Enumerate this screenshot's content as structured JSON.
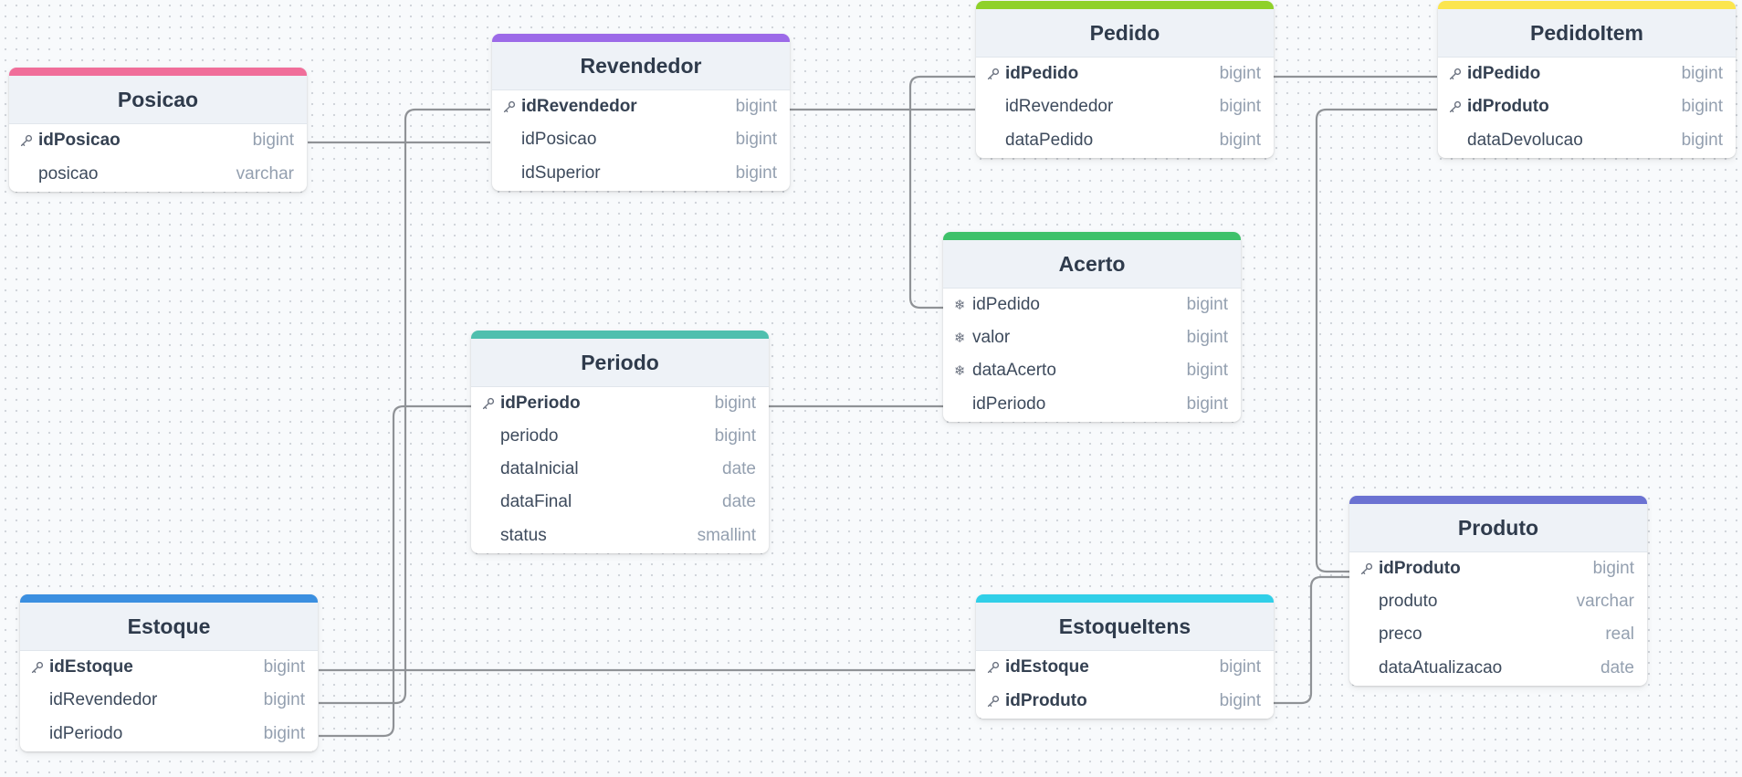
{
  "tables": [
    {
      "id": "posicao",
      "name": "Posicao",
      "color": "#f06e9a",
      "columns": [
        {
          "name": "idPosicao",
          "type": "bigint",
          "icon": "key-icon",
          "pk": true
        },
        {
          "name": "posicao",
          "type": "varchar",
          "icon": "",
          "pk": false
        }
      ]
    },
    {
      "id": "revendedor",
      "name": "Revendedor",
      "color": "#9c6ae8",
      "columns": [
        {
          "name": "idRevendedor",
          "type": "bigint",
          "icon": "key-icon",
          "pk": true
        },
        {
          "name": "idPosicao",
          "type": "bigint",
          "icon": "",
          "pk": false
        },
        {
          "name": "idSuperior",
          "type": "bigint",
          "icon": "",
          "pk": false
        }
      ]
    },
    {
      "id": "pedido",
      "name": "Pedido",
      "color": "#8fd12a",
      "columns": [
        {
          "name": "idPedido",
          "type": "bigint",
          "icon": "key-icon",
          "pk": true
        },
        {
          "name": "idRevendedor",
          "type": "bigint",
          "icon": "",
          "pk": false
        },
        {
          "name": "dataPedido",
          "type": "bigint",
          "icon": "",
          "pk": false
        }
      ]
    },
    {
      "id": "pedidoitem",
      "name": "PedidoItem",
      "color": "#fbe54e",
      "columns": [
        {
          "name": "idPedido",
          "type": "bigint",
          "icon": "key-icon",
          "pk": true
        },
        {
          "name": "idProduto",
          "type": "bigint",
          "icon": "key-icon",
          "pk": true
        },
        {
          "name": "dataDevolucao",
          "type": "bigint",
          "icon": "",
          "pk": false
        }
      ]
    },
    {
      "id": "acerto",
      "name": "Acerto",
      "color": "#3ec16a",
      "columns": [
        {
          "name": "idPedido",
          "type": "bigint",
          "icon": "snowflake-icon",
          "pk": false
        },
        {
          "name": "valor",
          "type": "bigint",
          "icon": "snowflake-icon",
          "pk": false
        },
        {
          "name": "dataAcerto",
          "type": "bigint",
          "icon": "snowflake-icon",
          "pk": false
        },
        {
          "name": "idPeriodo",
          "type": "bigint",
          "icon": "",
          "pk": false
        }
      ]
    },
    {
      "id": "periodo",
      "name": "Periodo",
      "color": "#4fbfae",
      "columns": [
        {
          "name": "idPeriodo",
          "type": "bigint",
          "icon": "key-icon",
          "pk": true
        },
        {
          "name": "periodo",
          "type": "bigint",
          "icon": "",
          "pk": false
        },
        {
          "name": "dataInicial",
          "type": "date",
          "icon": "",
          "pk": false
        },
        {
          "name": "dataFinal",
          "type": "date",
          "icon": "",
          "pk": false
        },
        {
          "name": "status",
          "type": "smallint",
          "icon": "",
          "pk": false
        }
      ]
    },
    {
      "id": "produto",
      "name": "Produto",
      "color": "#6b72d2",
      "columns": [
        {
          "name": "idProduto",
          "type": "bigint",
          "icon": "key-icon",
          "pk": true
        },
        {
          "name": "produto",
          "type": "varchar",
          "icon": "",
          "pk": false
        },
        {
          "name": "preco",
          "type": "real",
          "icon": "",
          "pk": false
        },
        {
          "name": "dataAtualizacao",
          "type": "date",
          "icon": "",
          "pk": false
        }
      ]
    },
    {
      "id": "estoque",
      "name": "Estoque",
      "color": "#3b8fe0",
      "columns": [
        {
          "name": "idEstoque",
          "type": "bigint",
          "icon": "key-icon",
          "pk": true
        },
        {
          "name": "idRevendedor",
          "type": "bigint",
          "icon": "",
          "pk": false
        },
        {
          "name": "idPeriodo",
          "type": "bigint",
          "icon": "",
          "pk": false
        }
      ]
    },
    {
      "id": "estoqueitens",
      "name": "EstoqueItens",
      "color": "#30cfe8",
      "columns": [
        {
          "name": "idEstoque",
          "type": "bigint",
          "icon": "key-icon",
          "pk": true
        },
        {
          "name": "idProduto",
          "type": "bigint",
          "icon": "key-icon",
          "pk": true
        }
      ]
    }
  ]
}
